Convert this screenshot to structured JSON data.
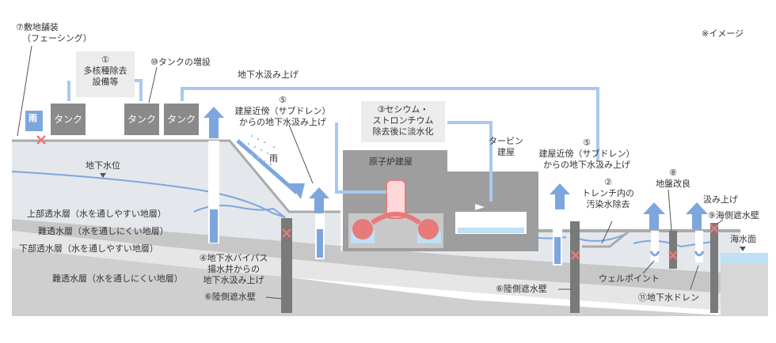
{
  "note": "※イメージ",
  "labels": {
    "facing": [
      "⑦敷地舗装",
      "（フェーシング）"
    ],
    "alps": [
      "①",
      "多核種除去",
      "設備等"
    ],
    "tank_expansion": "⑩タンクの増設",
    "tank": "タンク",
    "rain": "雨",
    "groundwater_pump_top": "地下水汲み上げ",
    "groundwater_level": "地下水位",
    "subdrain_left": [
      "⑤",
      "建屋近傍（サブドレン）",
      "からの地下水汲み上げ"
    ],
    "cesium": [
      "③セシウム・",
      "ストロンチウム",
      "除去後に淡水化"
    ],
    "reactor_building": "原子炉建屋",
    "turbine_building": [
      "タービン",
      "建屋"
    ],
    "subdrain_right": [
      "⑤",
      "建屋近傍（サブドレン）",
      "からの地下水汲み上げ"
    ],
    "trench": [
      "②",
      "トレンチ内の",
      "汚染水除去"
    ],
    "ground_improvement": [
      "⑧",
      "地盤改良"
    ],
    "pump_up": "汲み上げ",
    "seawall": "⑨海側遮水壁",
    "sea_level": "海水面",
    "layer_upper": "上部透水層（水を通しやすい地層）",
    "layer_imperm1": "難透水層（水を通しにくい地層）",
    "layer_lower": "下部透水層（水を通しやすい地層）",
    "layer_imperm2": "難透水層（水を通しにくい地層）",
    "bypass": [
      "④地下水バイパス",
      "揚水井からの",
      "地下水汲み上げ"
    ],
    "landside_wall_left": "⑥陸側遮水壁",
    "landside_wall_right": "⑥陸側遮水壁",
    "wellpoint": "ウェルポイント",
    "groundwater_drain": "⑪地下水ドレン"
  },
  "colors": {
    "arrow_blue": "#7ea6de",
    "pipe_blue": "#a9c8ef",
    "red": "#e87a7a",
    "building": "#9e9e9e",
    "ground_top": "#eaedf0",
    "layer_light": "#dedede",
    "layer_dark": "#c4c4c4",
    "wall": "#7a7a7a",
    "sea": "#bfe0f5"
  }
}
